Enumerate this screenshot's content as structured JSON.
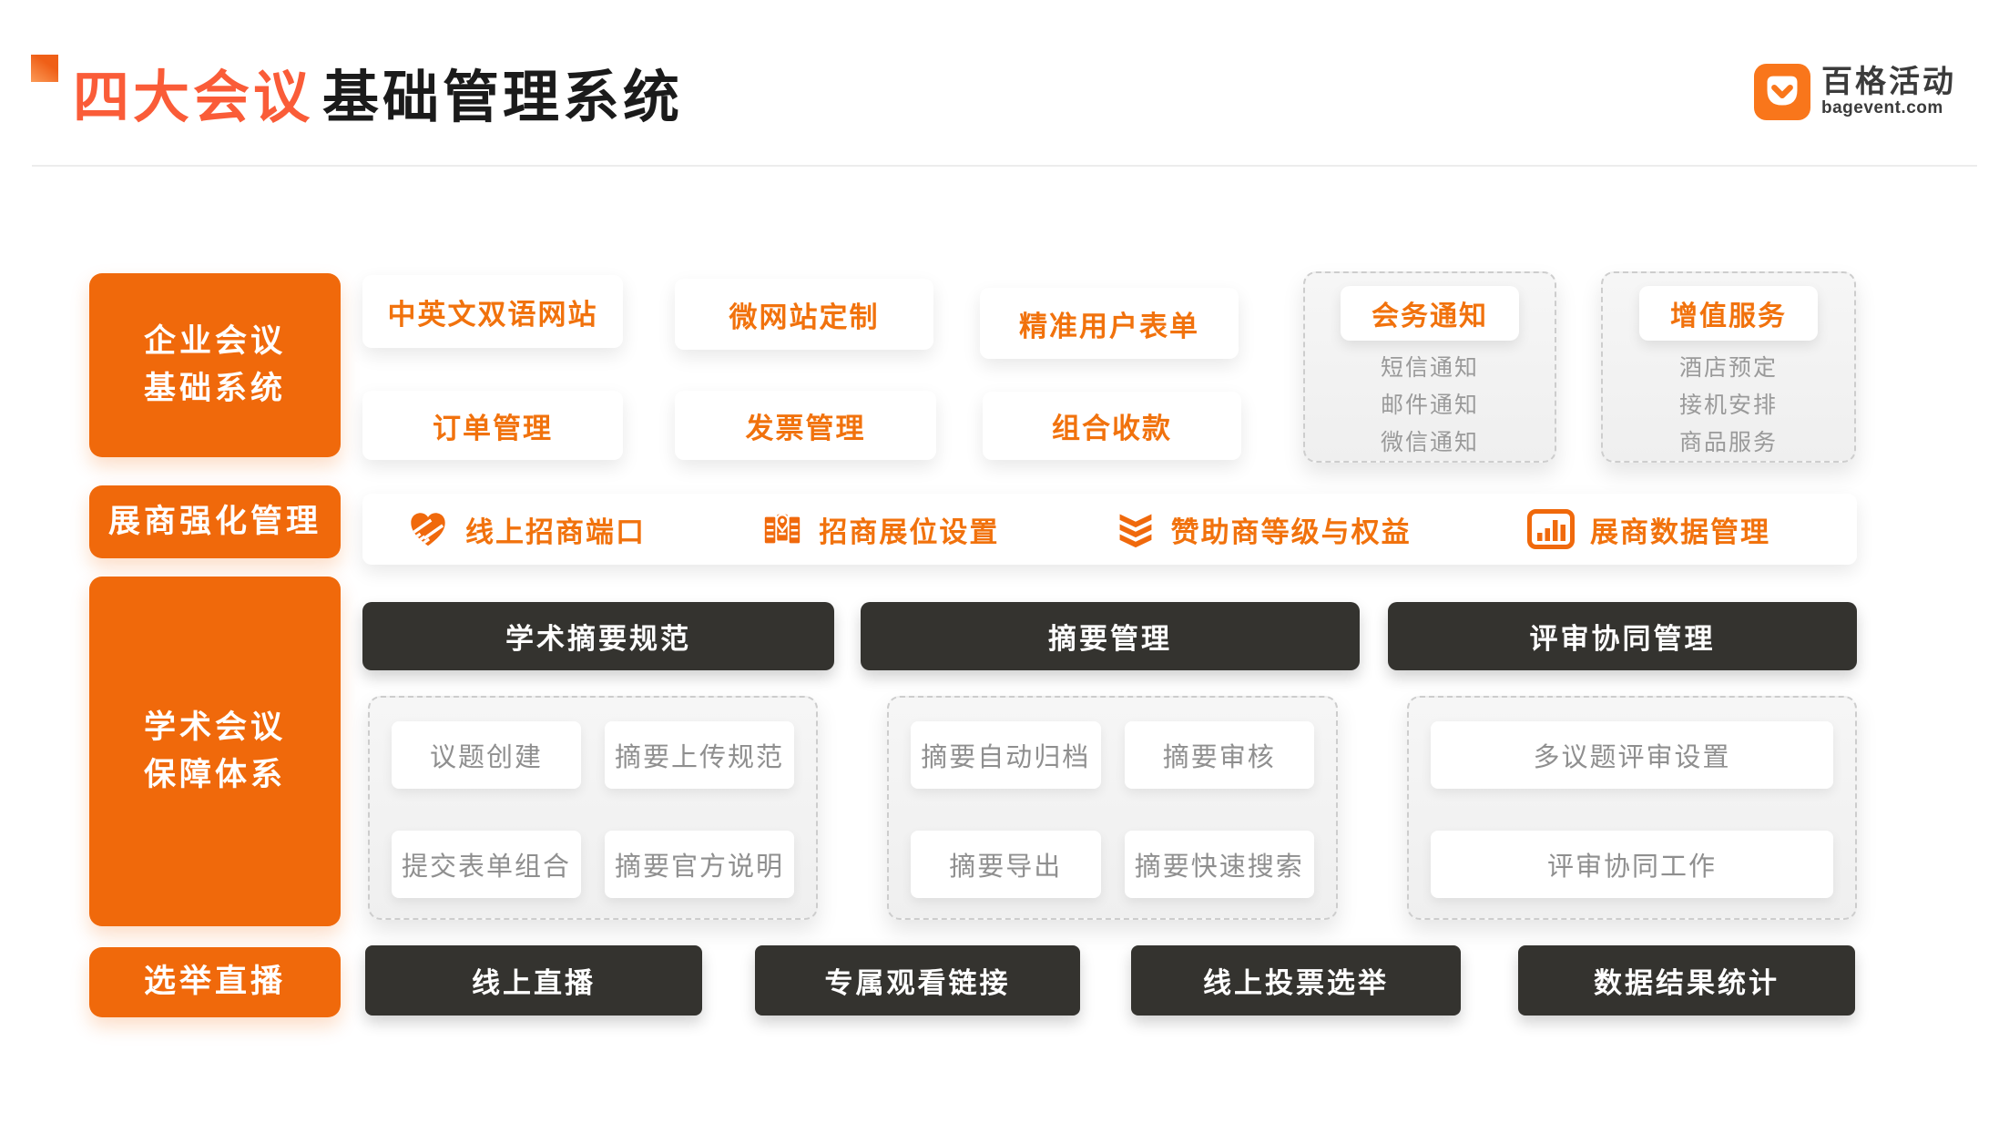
{
  "header": {
    "title_accent": "四大会议",
    "title_rest": "基础管理系统",
    "logo_name": "百格活动",
    "logo_domain": "bagevent.com"
  },
  "colors": {
    "orange_block": "#F0690B",
    "orange_text": "#F1720D",
    "title_accent_orange": "#FA5C38",
    "logo_orange": "#F9761B",
    "dark": "#34332F",
    "gray_text": "#8F8F8F"
  },
  "sections": {
    "enterprise": {
      "label_lines": [
        "企业会议",
        "基础系统"
      ],
      "cards": [
        "中英文双语网站",
        "微网站定制",
        "精准用户表单",
        "订单管理",
        "发票管理",
        "组合收款"
      ],
      "groups": [
        {
          "title": "会务通知",
          "items": [
            "短信通知",
            "邮件通知",
            "微信通知"
          ]
        },
        {
          "title": "增值服务",
          "items": [
            "酒店预定",
            "接机安排",
            "商品服务"
          ]
        }
      ]
    },
    "exhibitor": {
      "label": "展商强化管理",
      "items": [
        {
          "icon": "heart-handshake-icon",
          "label": "线上招商端口"
        },
        {
          "icon": "booth-map-pin-icon",
          "label": "招商展位设置"
        },
        {
          "icon": "sponsor-tiers-icon",
          "label": "赞助商等级与权益"
        },
        {
          "icon": "bar-chart-icon",
          "label": "展商数据管理"
        }
      ]
    },
    "academic": {
      "label_lines": [
        "学术会议",
        "保障体系"
      ],
      "columns": [
        {
          "header": "学术摘要规范",
          "cards": [
            "议题创建",
            "摘要上传规范",
            "提交表单组合",
            "摘要官方说明"
          ]
        },
        {
          "header": "摘要管理",
          "cards": [
            "摘要自动归档",
            "摘要审核",
            "摘要导出",
            "摘要快速搜索"
          ]
        },
        {
          "header": "评审协同管理",
          "cards": [
            "多议题评审设置",
            "评审协同工作"
          ]
        }
      ]
    },
    "election": {
      "label": "选举直播",
      "buttons": [
        "线上直播",
        "专属观看链接",
        "线上投票选举",
        "数据结果统计"
      ]
    }
  }
}
